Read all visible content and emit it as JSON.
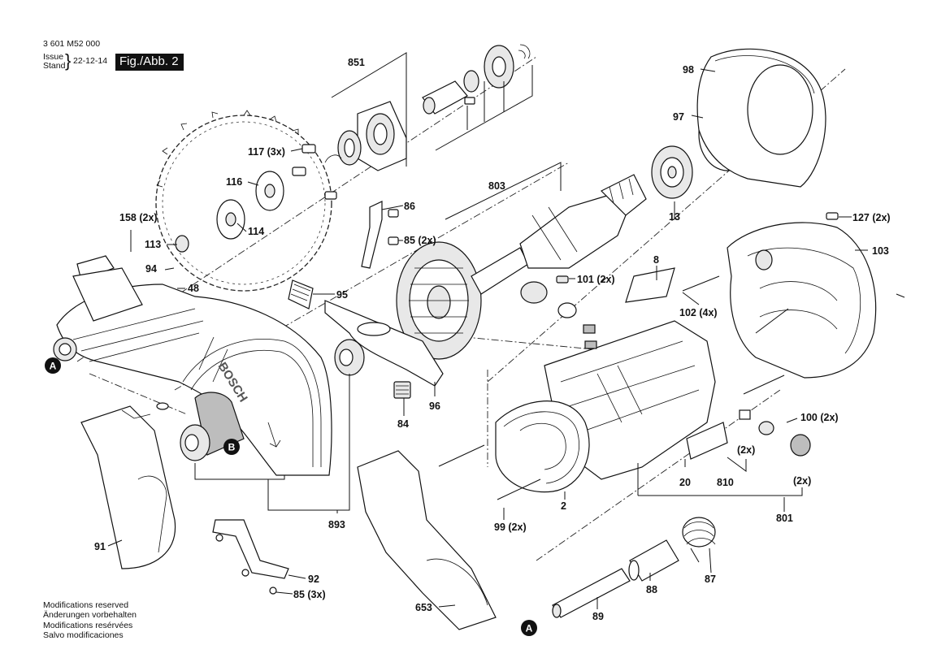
{
  "header": {
    "doc_number": "3 601 M52 000",
    "issue_label": "Issue",
    "stand_label": "Stand",
    "date": "22-12-14",
    "figure": "Fig./Abb. 2"
  },
  "footer_notes": [
    "Modifications reserved",
    "Änderungen vorbehalten",
    "Modifications resérvées",
    "Salvo modificaciones"
  ],
  "brand_mark": "BOSCH",
  "reference_markers": [
    "A",
    "B",
    "A"
  ],
  "part_labels": [
    "851",
    "117 (3x)",
    "116",
    "158 (2x)",
    "114",
    "113",
    "94",
    "48",
    "86",
    "85 (2x)",
    "95",
    "96",
    "84",
    "803",
    "13",
    "98",
    "97",
    "127 (2x)",
    "103",
    "8",
    "101 (2x)",
    "102 (4x)",
    "100 (2x)",
    "(2x)",
    "(2x)",
    "20",
    "810",
    "801",
    "2",
    "99 (2x)",
    "91",
    "92",
    "85 (3x)",
    "893",
    "653",
    "88",
    "87",
    "89"
  ],
  "colors": {
    "ink": "#111111",
    "background": "#ffffff",
    "label_box": "#111111"
  }
}
